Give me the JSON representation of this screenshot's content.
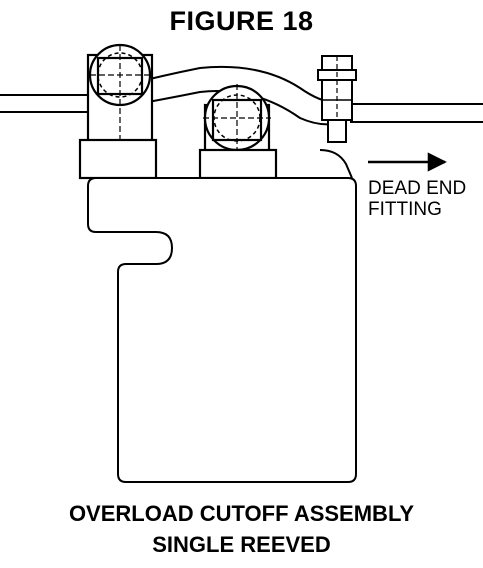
{
  "figure": {
    "title": "FIGURE 18",
    "callout_line1": "DEAD END",
    "callout_line2": "FITTING",
    "caption_line1": "OVERLOAD CUTOFF ASSEMBLY",
    "caption_line2": "SINGLE REEVED"
  }
}
